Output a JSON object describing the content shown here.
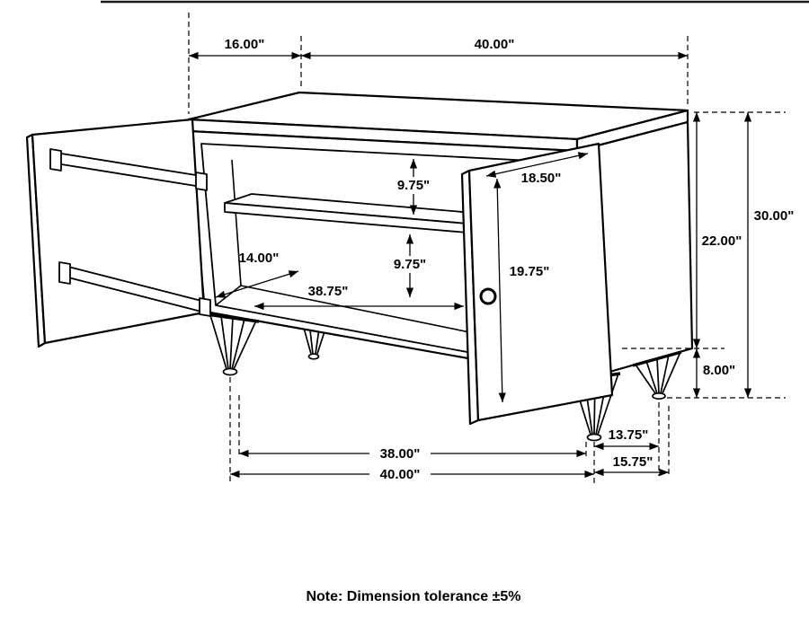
{
  "note": "Note: Dimension tolerance ±5%",
  "dimensions": {
    "top_depth": "16.00\"",
    "top_width": "40.00\"",
    "upper_shelf_gap": "9.75\"",
    "lower_shelf_gap": "9.75\"",
    "door_width": "18.50\"",
    "door_height": "19.75\"",
    "interior_depth": "14.00\"",
    "interior_width": "38.75\"",
    "overall_height": "30.00\"",
    "body_height": "22.00\"",
    "leg_height": "8.00\"",
    "front_leg_span": "38.00\"",
    "bottom_width": "40.00\"",
    "side_leg_span": "13.75\"",
    "bottom_depth": "15.75\""
  }
}
